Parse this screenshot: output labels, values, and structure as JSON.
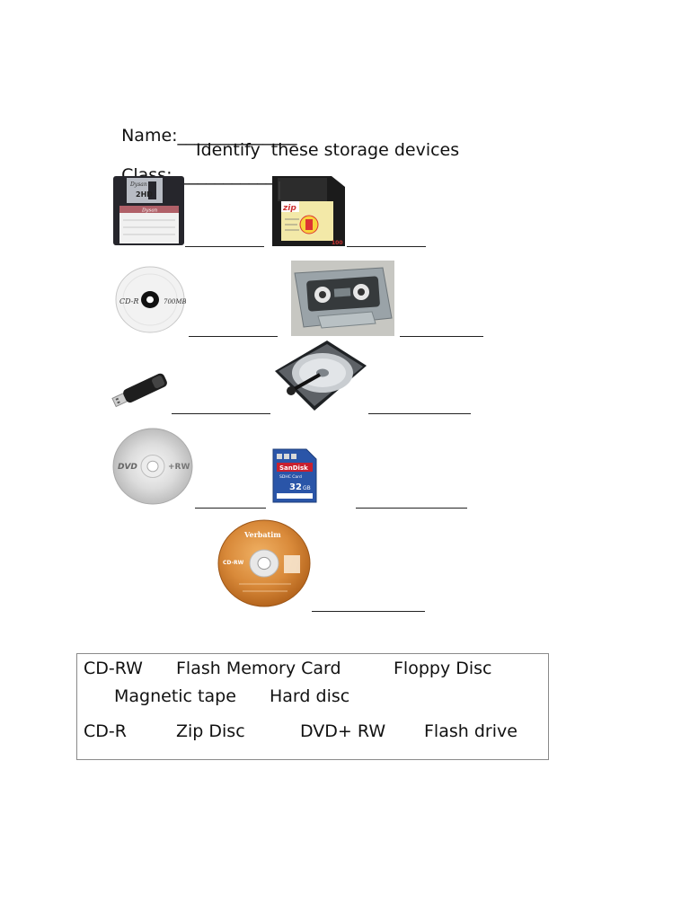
{
  "header": {
    "name_label": "Name:______________",
    "class_label": "Class:_________________"
  },
  "title": "Identify  these storage devices",
  "devices": {
    "floppy": {
      "brand": "Dysan",
      "label": "2HD",
      "sticker": "Dysan"
    },
    "zip": {
      "brand": "zip",
      "sticker_number": "100"
    },
    "cdr": {
      "label_left": "CD-R",
      "label_right": "700MB"
    },
    "dvd": {
      "label_left": "DVD",
      "label_right": "+RW"
    },
    "sd": {
      "brand": "SanDisk",
      "type": "SDHC Card",
      "capacity": "32",
      "unit": "GB"
    },
    "cdrw": {
      "brand": "Verbatim",
      "label_left": "CD-RW"
    }
  },
  "word_bank": {
    "row1": [
      "CD-RW",
      "Flash Memory Card",
      "Floppy Disc"
    ],
    "row2": [
      "Magnetic tape",
      "Hard disc"
    ],
    "row3": [
      "CD-R",
      "Zip Disc",
      "DVD+ RW",
      "Flash drive"
    ]
  },
  "colors": {
    "disc_silver": "#d9d9d9",
    "verbatim_orange": "#d98a3a",
    "sd_blue": "#2a55a8",
    "zip_black": "#1b1b1b"
  }
}
